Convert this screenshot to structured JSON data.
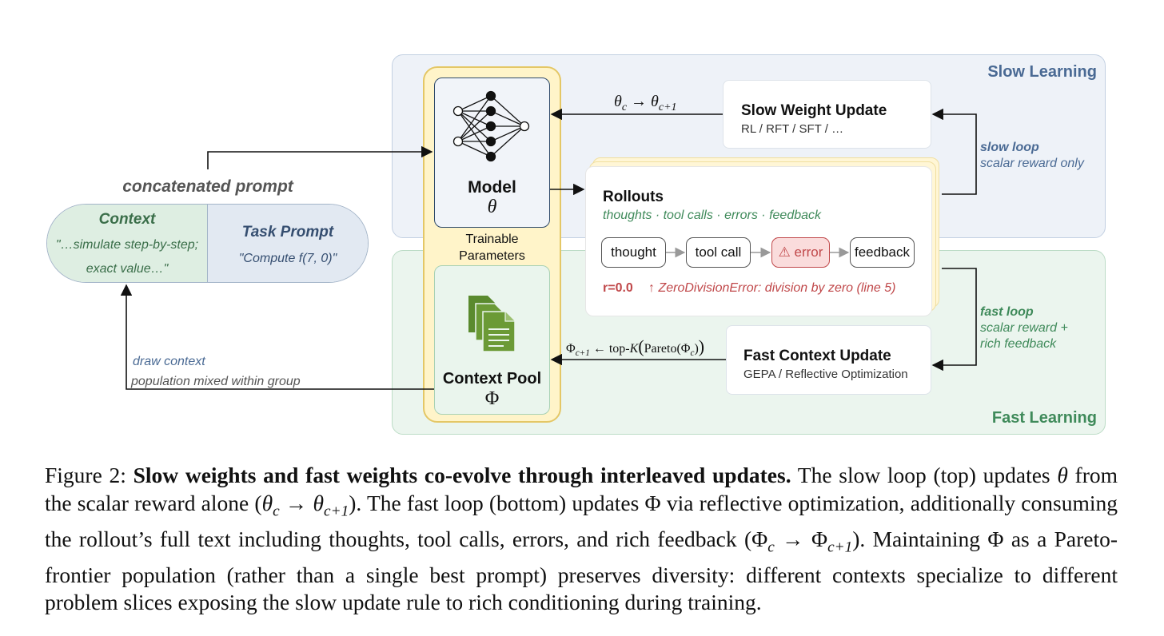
{
  "regions": {
    "slow_title": "Slow Learning",
    "fast_title": "Fast Learning"
  },
  "prompt": {
    "title": "concatenated prompt",
    "context_label": "Context",
    "context_text_1": "\"…simulate step-by-step;",
    "context_text_2": "exact value…\"",
    "task_label": "Task Prompt",
    "task_text": "\"Compute f(7, 0)\""
  },
  "params": {
    "model_label": "Model",
    "model_symbol": "θ",
    "trainable_1": "Trainable",
    "trainable_2": "Parameters",
    "pool_label": "Context Pool",
    "pool_symbol": "Φ"
  },
  "slow_update": {
    "title": "Slow Weight Update",
    "subtitle": "RL / RFT / SFT / …",
    "arrow_from": "θ",
    "arrow_from_sub": "c",
    "arrow_sym": "→",
    "arrow_to": "θ",
    "arrow_to_sub": "c+1"
  },
  "fast_update": {
    "title": "Fast Context Update",
    "subtitle": "GEPA / Reflective Optimization",
    "arrow_lhs": "Φ",
    "arrow_lhs_sub": "c+1",
    "arrow_mid": "← top-",
    "arrow_k": "K",
    "arrow_par": "Pareto(Φ",
    "arrow_par_sub": "c",
    "arrow_close": ")"
  },
  "rollouts": {
    "title": "Rollouts",
    "subtitle": "thoughts · tool calls · errors · feedback",
    "steps": [
      "thought",
      "tool call",
      "⚠ error",
      "feedback"
    ],
    "reward": "r=0.0",
    "error_msg": "↑ ZeroDivisionError: division by zero (line 5)"
  },
  "slow_loop": {
    "label": "slow loop",
    "desc": "scalar reward only"
  },
  "fast_loop": {
    "label": "fast loop",
    "desc_1": "scalar reward +",
    "desc_2": "rich feedback"
  },
  "draw_context": {
    "line_1": "draw context",
    "line_2": "population mixed within group"
  },
  "caption": {
    "fig_label": "Figure 2:",
    "bold": "Slow weights and fast weights co-evolve through interleaved updates.",
    "t1": "The slow loop (top) updates",
    "t2": "from the scalar reward alone (",
    "t3": "). The fast loop (bottom) updates",
    "t4": "via reflective optimization, additionally consuming the rollout’s full text including thoughts, tool calls, errors, and rich feedback (",
    "t5": "). Maintaining",
    "t6": "as a Pareto-frontier population (rather than a single best prompt) preserves diversity: different contexts specialize to different problem slices exposing the slow update rule to rich conditioning during training.",
    "theta": "θ",
    "theta_c": "c",
    "theta_c1": "c+1",
    "phi": "Φ",
    "phi_c": "c",
    "phi_c1": "c+1",
    "arrow": "→"
  },
  "colors": {
    "slow_blue": "#4a6a94",
    "fast_green": "#3f8a5a",
    "param_yellow": "#fff4c9",
    "error_red": "#c0484a"
  },
  "icons": [
    "neural-network-icon",
    "documents-icon"
  ]
}
